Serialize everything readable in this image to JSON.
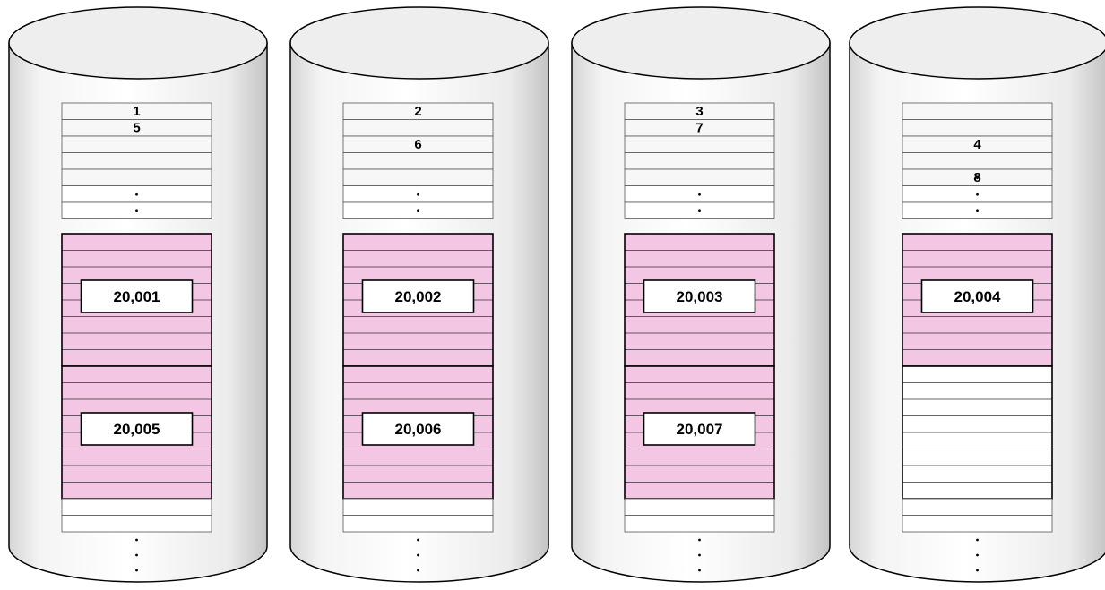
{
  "colors": {
    "allocated_fill": "#f3c6e3",
    "cylinder_light": "#ffffff",
    "cylinder_shade": "#d8d8d8",
    "cylinder_top": "#eeeeee",
    "outline": "#000000",
    "row_fill": "#f7f7f7"
  },
  "disks": [
    {
      "top_rows": [
        {
          "row": 0,
          "text": "1"
        },
        {
          "row": 1,
          "text": "5"
        }
      ],
      "blocks": [
        "20,001",
        "20,005"
      ],
      "pink_blocks": 2,
      "top_dots": 2,
      "bottom_dots": 3
    },
    {
      "top_rows": [
        {
          "row": 0,
          "text": "2"
        },
        {
          "row": 2,
          "text": "6"
        }
      ],
      "blocks": [
        "20,002",
        "20,006"
      ],
      "pink_blocks": 2,
      "top_dots": 2,
      "bottom_dots": 3
    },
    {
      "top_rows": [
        {
          "row": 0,
          "text": "3"
        },
        {
          "row": 1,
          "text": "7"
        }
      ],
      "blocks": [
        "20,003",
        "20,007"
      ],
      "pink_blocks": 2,
      "top_dots": 2,
      "bottom_dots": 3
    },
    {
      "top_rows": [
        {
          "row": 2,
          "text": "4"
        },
        {
          "row": 4,
          "text": "8"
        }
      ],
      "blocks": [
        "20,004"
      ],
      "pink_blocks": 1,
      "top_dots": 3,
      "bottom_dots": 3
    }
  ]
}
